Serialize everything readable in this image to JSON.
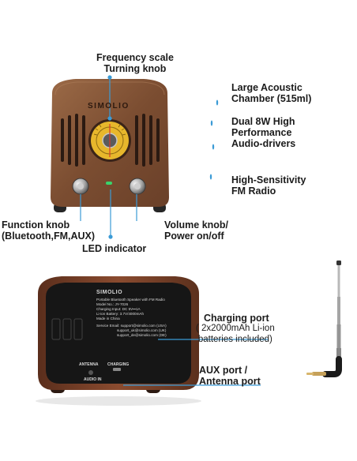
{
  "brand": "SIMOLIO",
  "labels": {
    "frequency_scale_line1": "Frequency scale",
    "frequency_scale_line2": "Turning knob",
    "acoustic_line1": "Large Acoustic",
    "acoustic_line2": "Chamber (515ml)",
    "drivers_line1": "Dual 8W High",
    "drivers_line2": "Performance",
    "drivers_line3": "Audio-drivers",
    "fm_line1": "High-Sensitivity",
    "fm_line2": "FM Radio",
    "function_knob_line1": "Function knob",
    "function_knob_line2": "(Bluetooth,FM,AUX)",
    "volume_knob_line1": "Volume knob/",
    "volume_knob_line2": "Power on/off",
    "led": "LED indicator",
    "charging_port": "Charging port",
    "charging_detail_line1": "( 2x2000mAh Li-ion",
    "charging_detail_line2": "batteries included)",
    "aux_line1": "AUX port /",
    "aux_line2": "Antenna port"
  },
  "back_panel": {
    "brand": "SIMOLIO",
    "line1": "Portable Bluetooth Speaker with FM Radio",
    "line2": "Model No.: JY-7026",
    "line3": "Charging Input: DC 5V⎓1A",
    "line4": "Li-ion Battery: 3.7V/4000mAh",
    "line5": "Made in China",
    "line6": "Service Email: support@simolio.com (USA)",
    "line7": "support_uk@simolio.com (UK)",
    "line8": "support_de@simolio.com (DE)",
    "antenna": "ANTENNA",
    "charging": "CHARGING",
    "audio_in": "AUDIO IN"
  },
  "colors": {
    "accent_line": "#3b9bd6",
    "wood": "#8a5a3a",
    "dial": "#e7b72c",
    "led": "#39d46b"
  }
}
